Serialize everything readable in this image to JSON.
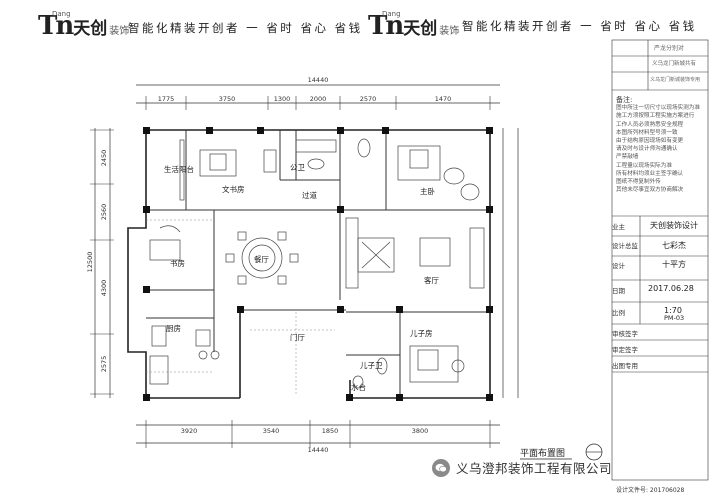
{
  "header": {
    "logo_left": {
      "mark": "Tn",
      "py": "Dang",
      "cn": "天创",
      "dec": "装饰"
    },
    "logo_right": {
      "mark": "Tn",
      "py": "Dang",
      "cn": "天创",
      "dec": "装饰"
    },
    "slogan_left": "智能化精装开创者 一 省时 省心 省钱",
    "slogan_right": "智能化精装开创者 一 省时 省心 省钱"
  },
  "plan": {
    "rooms": {
      "balcony": "生活阳台",
      "study": "文书房",
      "bath": "公卫",
      "master": "主卧",
      "corridor": "过道",
      "library": "书房",
      "dining": "餐厅",
      "living": "客厅",
      "kitchen": "厨房",
      "hall": "门厅",
      "son_room": "儿子房",
      "son_bath": "儿子卫",
      "water": "水台"
    },
    "dims": {
      "top_total": "14440",
      "top": [
        "1775",
        "3750",
        "1300",
        "2000",
        "2570",
        "1470"
      ],
      "bottom_total": "14440",
      "bottom": [
        "3920",
        "3540",
        "1850",
        "3800"
      ],
      "left_total": "12500",
      "left": [
        "2450",
        "2560",
        "4300",
        "2575"
      ]
    },
    "caption": "平面布置图"
  },
  "title_block": {
    "head_rows": [
      {
        "label": "",
        "value": "严龙分别对"
      },
      {
        "label": "",
        "value": "义乌龙门新城共有"
      },
      {
        "label": "",
        "value": "义乌龙门新城装饰专用"
      }
    ],
    "notes_title": "备注:",
    "notes": [
      "图中所注一切尺寸以现场实测为准",
      "施工方须按照工程实施方案进行",
      "工作人员必须熟悉安全规程",
      "本图所列材料型号须一致",
      "由于结构原因现场如有变更",
      "请及时与设计师沟通确认",
      "严禁敲墙",
      "工程量以现场实际为准",
      "所有材料均须业主签字确认",
      "图纸不得复制外传",
      "其他未尽事宜双方协商解决"
    ],
    "rows": [
      {
        "label": "业主",
        "value": "天创装饰设计"
      },
      {
        "label": "设计总监",
        "value": "七彩杰"
      },
      {
        "label": "设计",
        "value": "十平方"
      },
      {
        "label": "日期",
        "value": "2017.06.28"
      },
      {
        "label": "比例",
        "value": "1:70"
      },
      {
        "label": "图号",
        "value": "PM-03"
      },
      {
        "label": "审核签字",
        "value": ""
      },
      {
        "label": "审定签字",
        "value": ""
      },
      {
        "label": "出图专用",
        "value": ""
      }
    ],
    "footer": "设计文件号: 201706028"
  },
  "watermark": {
    "icon": "wechat-icon",
    "text": "义乌澄邦装饰工程有限公司"
  }
}
